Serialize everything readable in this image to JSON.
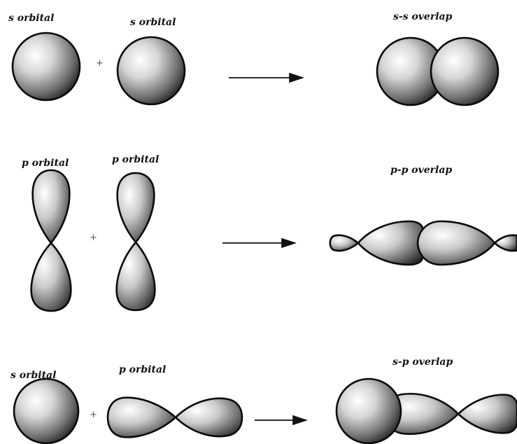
{
  "rows": [
    {
      "id": "s-s",
      "left_label": "s orbital",
      "right_label": "s orbital",
      "result_label": "s-s overlap",
      "plus": "+"
    },
    {
      "id": "p-p",
      "left_label": "p orbital",
      "right_label": "p orbital",
      "result_label": "p-p overlap",
      "plus": "+"
    },
    {
      "id": "s-p",
      "left_label": "s orbital",
      "right_label": "p orbital",
      "result_label": "s-p overlap",
      "plus": "+"
    }
  ],
  "colors": {
    "outline": "#0a0a0a",
    "highlight": "#ffffff",
    "shade_dark": "#2a2a2a"
  }
}
